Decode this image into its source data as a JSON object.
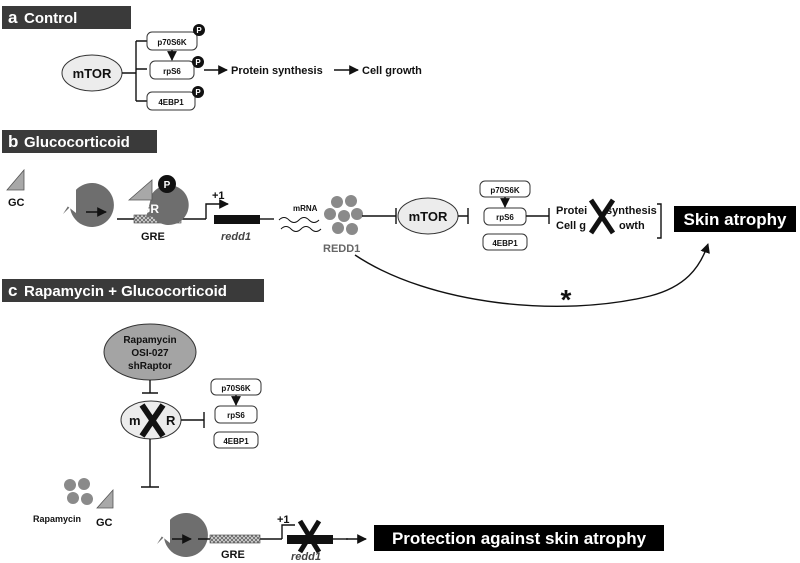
{
  "panels": {
    "a": {
      "letter": "a",
      "title": "Control"
    },
    "b": {
      "letter": "b",
      "title": "Glucocorticoid"
    },
    "c": {
      "letter": "c",
      "title": "Rapamycin + Glucocorticoid"
    }
  },
  "labels": {
    "mtor": "mTOR",
    "mtor_c_left": "m",
    "mtor_c_right": "R",
    "p70s6k": "p70S6K",
    "rps6": "rpS6",
    "4ebp1": "4EBP1",
    "phospho": "P",
    "protein_synthesis": "Protein synthesis",
    "cell_growth": "Cell growth",
    "protein_synthesis_blocked_left": "Protei",
    "protein_synthesis_blocked_right": "synthesis",
    "cell_growth_blocked_left": "Cell g",
    "cell_growth_blocked_right": "owth",
    "gc": "GC",
    "gr": "GR",
    "gre": "GRE",
    "plus_one": "+1",
    "redd1_gene": "redd1",
    "mrna": "mRNA",
    "redd1_protein": "REDD1",
    "skin_atrophy": "Skin atrophy",
    "asterisk": "*",
    "inhibitors": [
      "Rapamycin",
      "OSI-027",
      "shRaptor"
    ],
    "rapamycin": "Rapamycin",
    "protection": "Protection against skin atrophy"
  },
  "colors": {
    "header_bg": "#3a3a3a",
    "gr_fill": "#6e6e6e",
    "gc_fill": "#a8a8a8",
    "mtor_fill": "#ececec",
    "inhibitor_fill": "#a4a4a4",
    "redd1_dots": "#8a8a8a",
    "black_box": "#000000"
  }
}
